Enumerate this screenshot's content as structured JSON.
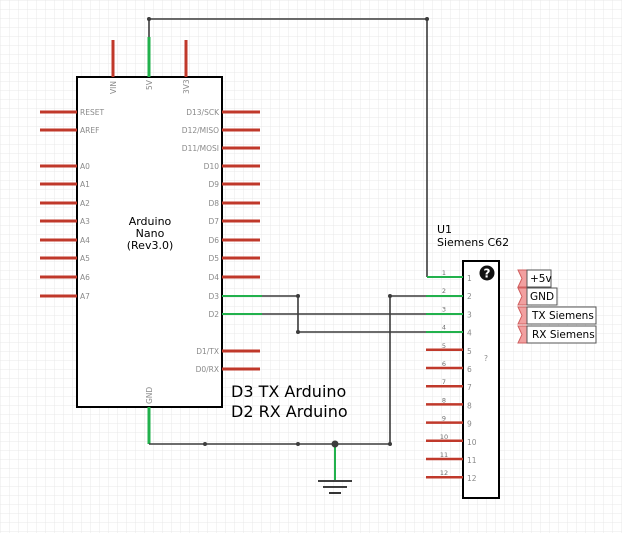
{
  "nano": {
    "title_lines": [
      "Arduino",
      "Nano",
      "(Rev3.0)"
    ],
    "top_pins": [
      "VIN",
      "5V",
      "3V3"
    ],
    "left_pins": [
      "RESET",
      "AREF",
      "A0",
      "A1",
      "A2",
      "A3",
      "A4",
      "A5",
      "A6",
      "A7"
    ],
    "right_pins": [
      "D13/SCK",
      "D12/MISO",
      "D11/MOSI",
      "D10",
      "D9",
      "D8",
      "D7",
      "D6",
      "D5",
      "D4",
      "D3",
      "D2",
      "D1/TX",
      "D0/RX"
    ],
    "bottom_pin": "GND"
  },
  "u1": {
    "ref": "U1",
    "name": "Siemens C62",
    "center_mark": "?",
    "pin_numbers": [
      "1",
      "2",
      "3",
      "4",
      "5",
      "6",
      "7",
      "8",
      "9",
      "10",
      "11",
      "12"
    ]
  },
  "notes": [
    "D3 TX Arduino",
    "D2 RX Arduino"
  ],
  "net_labels": [
    "+5v",
    "GND",
    "TX Siemens",
    "RX Siemens"
  ],
  "colors": {
    "pin_red": "#c0392b",
    "wire_green": "#22b14c",
    "wire_dark": "#3c3c3c",
    "grid": "#e9e9e9",
    "label_pink": "#f2a0a0"
  },
  "icons": {
    "unknown_part": "help-circle-icon",
    "ground": "ground-symbol-icon"
  }
}
